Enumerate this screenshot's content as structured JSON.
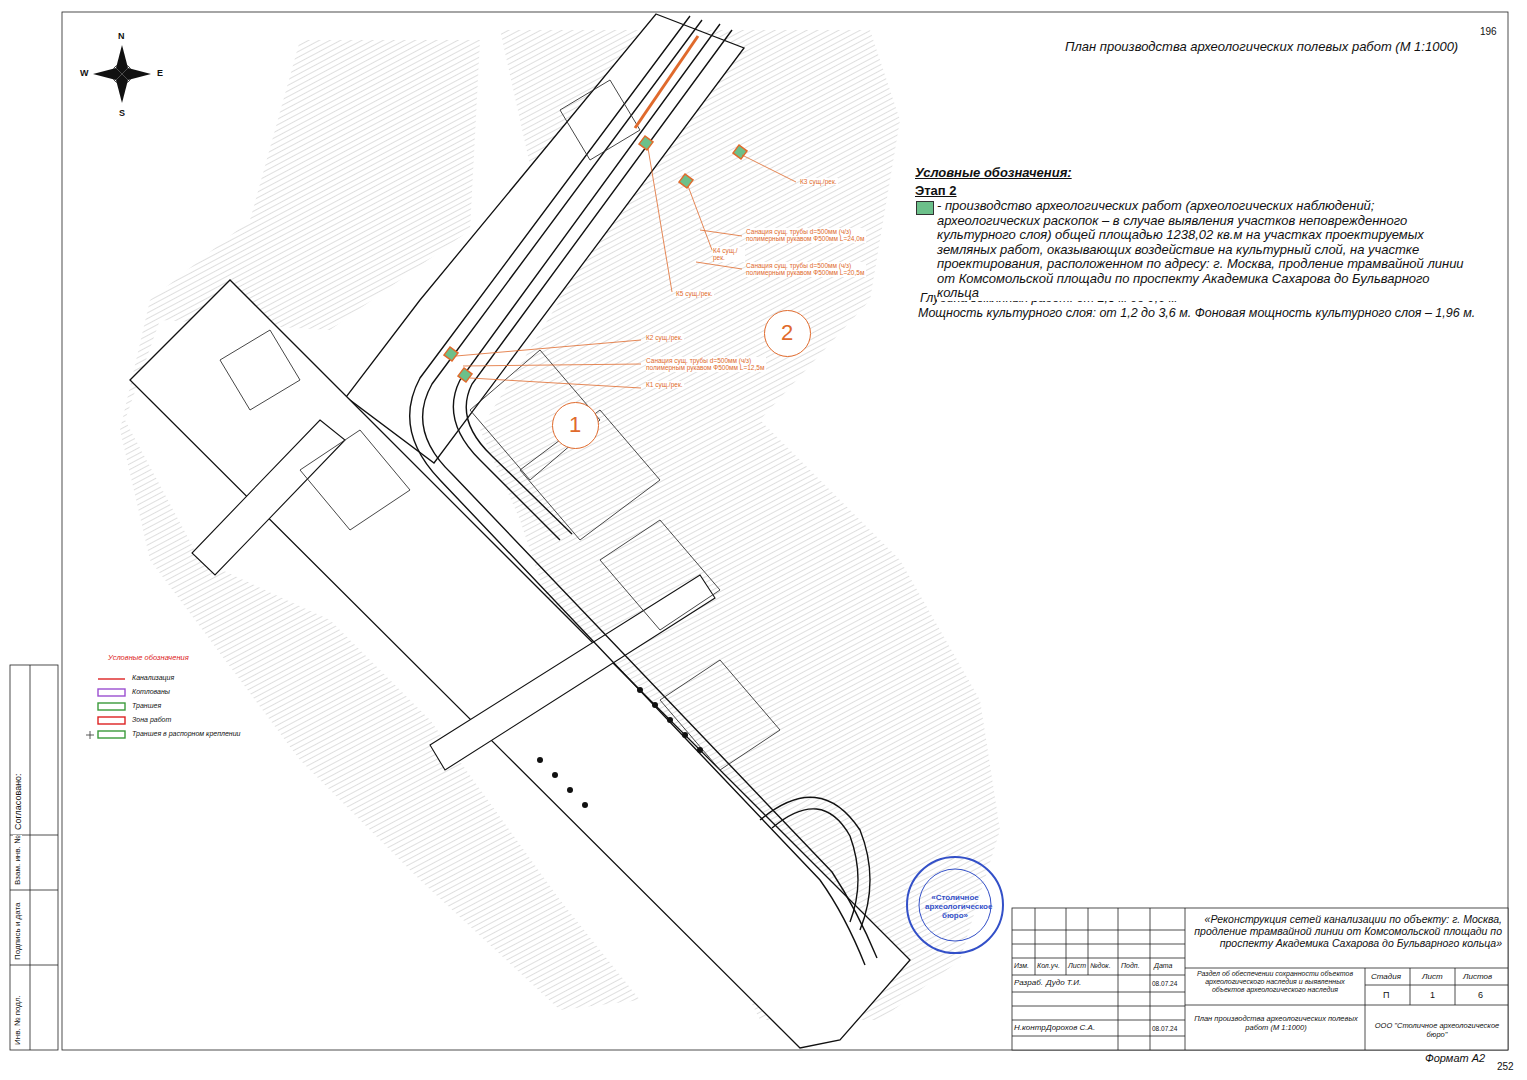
{
  "diagram": {
    "title": "План производства археологических полевых работ (М 1:1000)",
    "nodes": [
      {
        "text": [
          "2"
        ]
      },
      {
        "text": [
          "1"
        ]
      }
    ],
    "labels": [
      "196",
      "N",
      "S",
      "W",
      "E",
      "Условные обозначения:",
      "Этап 2",
      "Глубина земляных работ: от 2,3 м до 9,6  м",
      "Мощность культурного слоя: от 1,2 до 3,6 м. Фоновая мощность культурного слоя – 1,96 м.",
      "К3 сущ./рек.",
      "Санация сущ. трубы d=500мм (ч/з) полимерным рукавом Ф500мм L=24,0м",
      "К4 сущ./рек.",
      "Санация сущ. трубы d=500мм (ч/з) полимерным рукавом Ф500мм L=20,5м",
      "К5 сущ./рек.",
      "К2 сущ./рек.",
      "Санация сущ. трубы d=500мм (ч/з) полимерным рукавом Ф500мм L=12,5м",
      "К1 сущ./рек.",
      "Условные обозначения",
      "Согласовано:",
      "Взам. инв. №",
      "Подпись и дата",
      "Инв. № подл.",
      "«Реконструкция сетей канализации по объекту: г. Москва, продление трамвайной линии от Комсомольской площади по проспекту Академика Сахарова до Бульварного кольца»",
      "Изм.",
      "Кол.уч.",
      "Лист",
      "№док.",
      "Подп.",
      "Дата",
      "Разраб.",
      "Дудо Т.И.",
      "08.07.24",
      "Н.контр.",
      "Дорохов С.А.",
      "08.07.24",
      "Раздел об обеспечении сохранности объектов археологического наследия и выявленных объектов археологического наследия",
      "Стадия",
      "Лист",
      "Листов",
      "П",
      "1",
      "6",
      "План производства археологических полевых работ (М 1:1000)",
      "ООО \"Столичное археологическое бюро\"",
      "«Столичное археологическое бюро»",
      "Формат А2",
      "252"
    ],
    "legend": [
      {
        "text": "- производство археологических работ (археологических наблюдений; археологических раскопок – в случае выявления участков неповрежденного культурного слоя) общей площадью 1238,02 кв.м на участках проектируемых земляных работ, оказывающих воздействие на культурный слой, на участке проектирования, расположенном по адресу: г. Москва, продление трамвайной линии от Комсомольской площади по проспекту Академика Сахарова до Бульварного кольца",
        "color": "#6cc08a"
      },
      {
        "text": "Канализация"
      },
      {
        "text": "Котлованы"
      },
      {
        "text": "Траншея"
      },
      {
        "text": "Зона работ"
      },
      {
        "text": "Траншея в распорном креплении"
      }
    ]
  }
}
